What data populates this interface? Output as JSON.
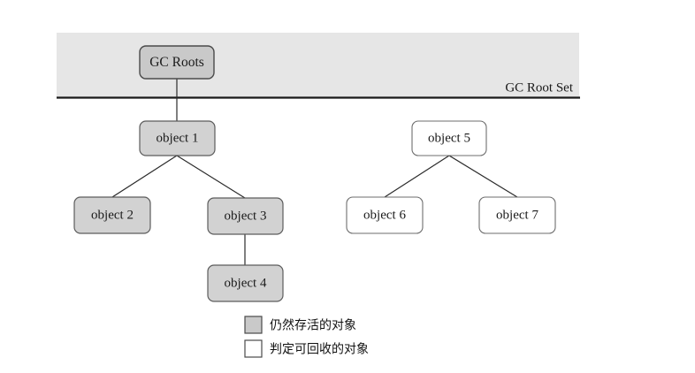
{
  "diagram": {
    "title_region": {
      "band_label": "GC Root Set"
    },
    "root_node": {
      "id": "gc-roots",
      "label": "GC Roots",
      "fill": "#c9c9c9",
      "stroke": "#4a4a4a"
    },
    "nodes": [
      {
        "id": "object-1",
        "label": "object 1",
        "state": "alive",
        "fill": "#d2d2d2",
        "stroke": "#5c5c5c"
      },
      {
        "id": "object-2",
        "label": "object 2",
        "state": "alive",
        "fill": "#d2d2d2",
        "stroke": "#5c5c5c"
      },
      {
        "id": "object-3",
        "label": "object 3",
        "state": "alive",
        "fill": "#d2d2d2",
        "stroke": "#5c5c5c"
      },
      {
        "id": "object-4",
        "label": "object 4",
        "state": "alive",
        "fill": "#d2d2d2",
        "stroke": "#5c5c5c"
      },
      {
        "id": "object-5",
        "label": "object 5",
        "state": "reclaimable",
        "fill": "#ffffff",
        "stroke": "#6e6e6e"
      },
      {
        "id": "object-6",
        "label": "object 6",
        "state": "reclaimable",
        "fill": "#ffffff",
        "stroke": "#6e6e6e"
      },
      {
        "id": "object-7",
        "label": "object 7",
        "state": "reclaimable",
        "fill": "#ffffff",
        "stroke": "#6e6e6e"
      }
    ],
    "legend": {
      "items": [
        {
          "id": "legend-alive",
          "swatch": "#c9c9c9",
          "label": "仍然存活的对象"
        },
        {
          "id": "legend-reclaimable",
          "swatch": "#ffffff",
          "label": "判定可回收的对象"
        }
      ]
    },
    "colors": {
      "band_fill": "#e6e6e6",
      "band_border": "#1a1a1a",
      "edge": "#2b2b2b",
      "page_background": "#ffffff"
    }
  }
}
